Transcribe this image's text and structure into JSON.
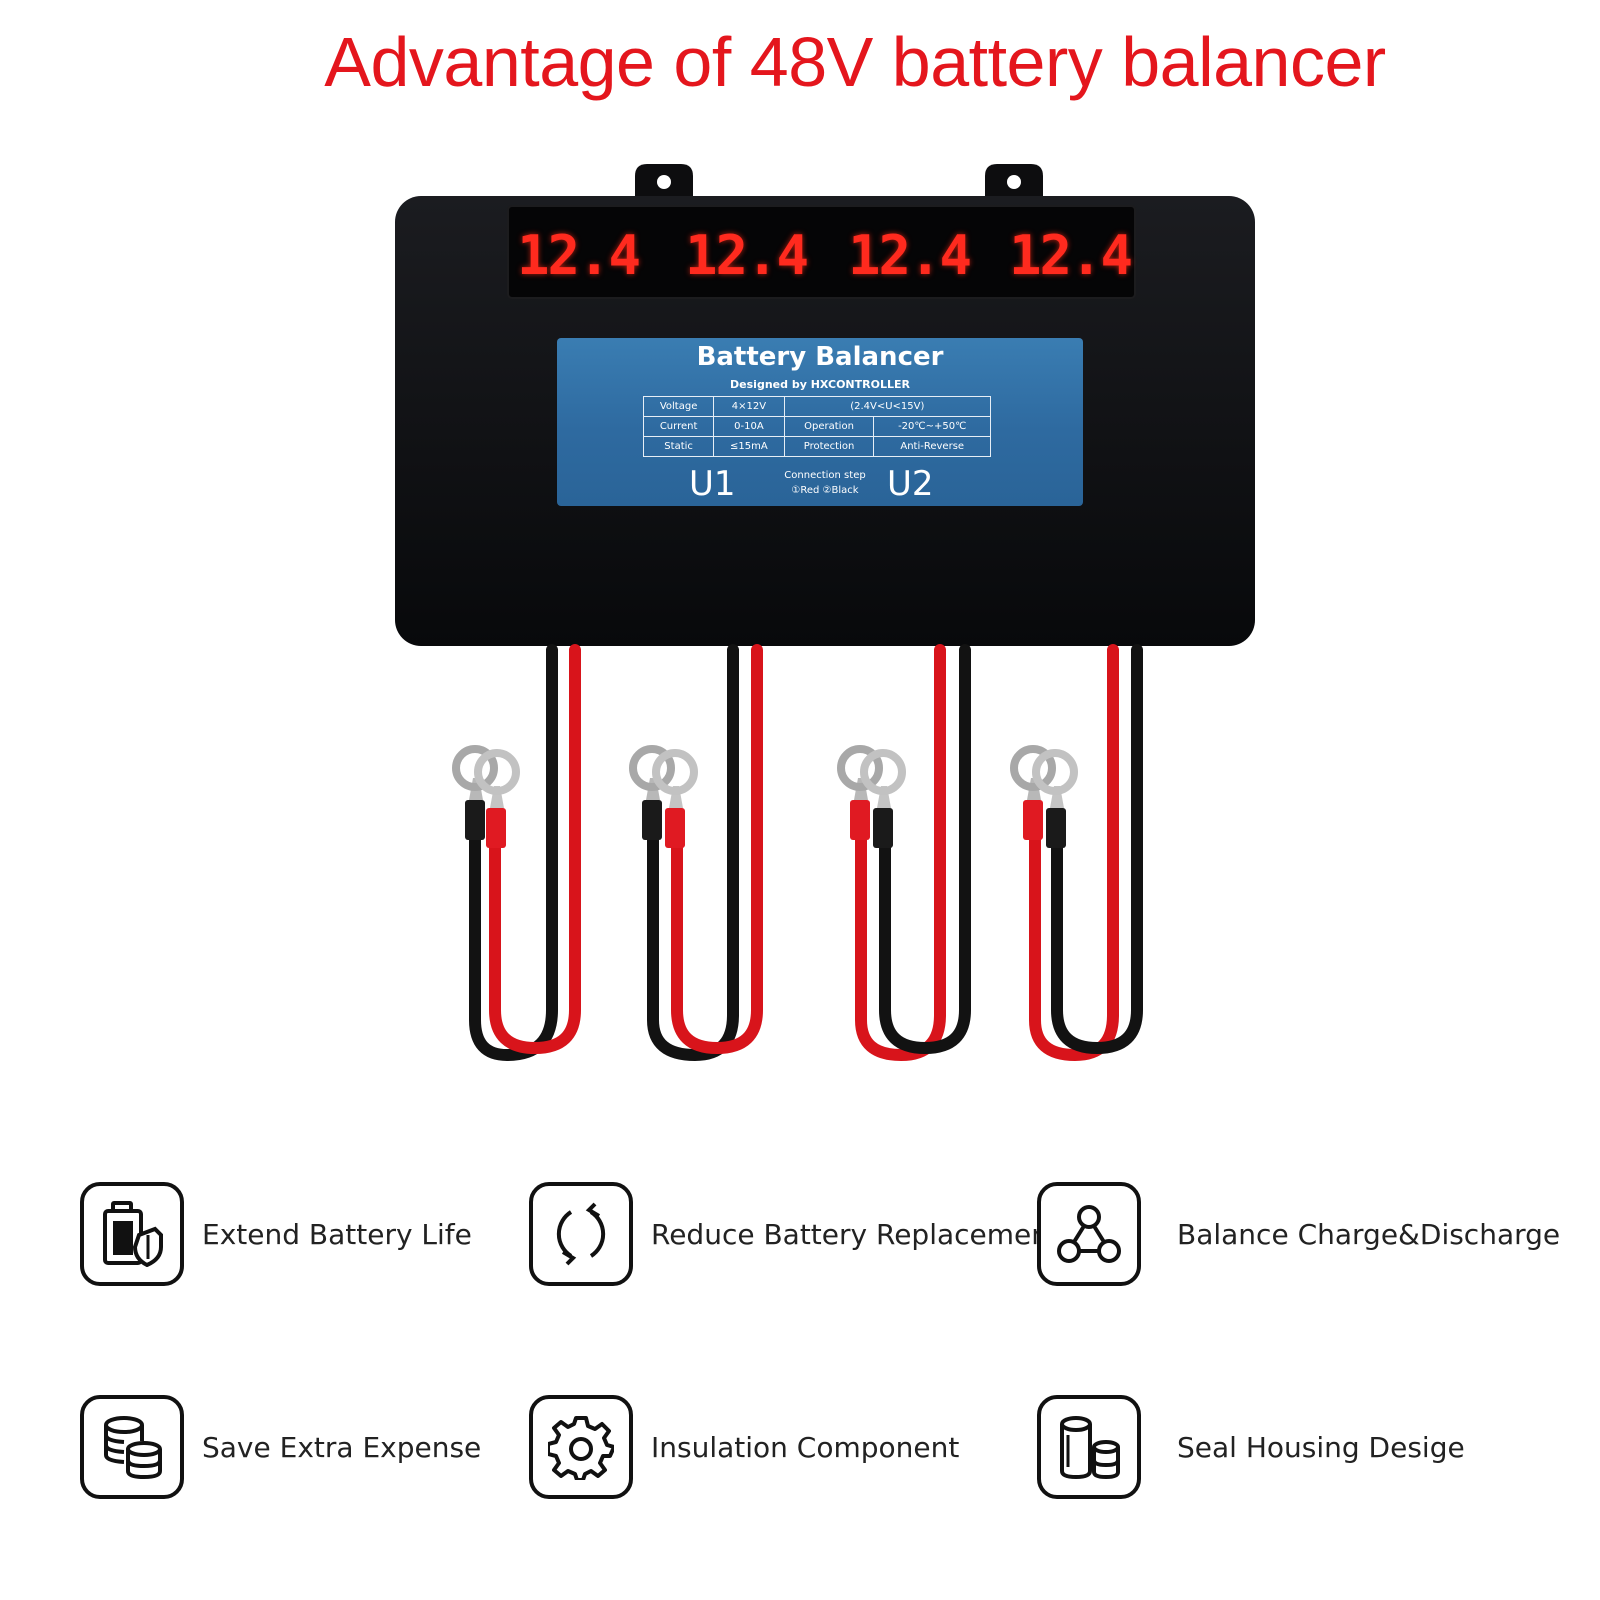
{
  "title": "Advantage of 48V battery balancer",
  "displays": [
    "12.4",
    "12.4",
    "12.4",
    "12.4"
  ],
  "label": {
    "title": "Battery Balancer",
    "subtitle": "Designed by HXCONTROLLER",
    "table": [
      [
        "Voltage",
        "4×12V",
        "(2.4V<U<15V)"
      ],
      [
        "Current",
        "0-10A",
        "Operation",
        "-20℃~+50℃"
      ],
      [
        "Static",
        "≤15mA",
        "Protection",
        "Anti-Reverse"
      ]
    ],
    "u1": "U1",
    "u2": "U2",
    "connection_title": "Connection step",
    "connection_steps": "①Red  ②Black"
  },
  "features": [
    {
      "label": "Extend Battery Life",
      "icon": "battery-shield-icon"
    },
    {
      "label": "Reduce Battery Replacement",
      "icon": "refresh-cycle-icon"
    },
    {
      "label": "Balance Charge&Discharge",
      "icon": "network-nodes-icon"
    },
    {
      "label": "Save Extra Expense",
      "icon": "coin-stack-icon"
    },
    {
      "label": "Insulation Component",
      "icon": "gear-icon"
    },
    {
      "label": "Seal Housing Desige",
      "icon": "cylinders-icon"
    }
  ],
  "colors": {
    "title": "#e4161d",
    "housing": "#0e0f12",
    "label_bg": "#3474aa",
    "led": "#ff2a1e",
    "wire_red": "#d8141b",
    "wire_black": "#121212"
  }
}
